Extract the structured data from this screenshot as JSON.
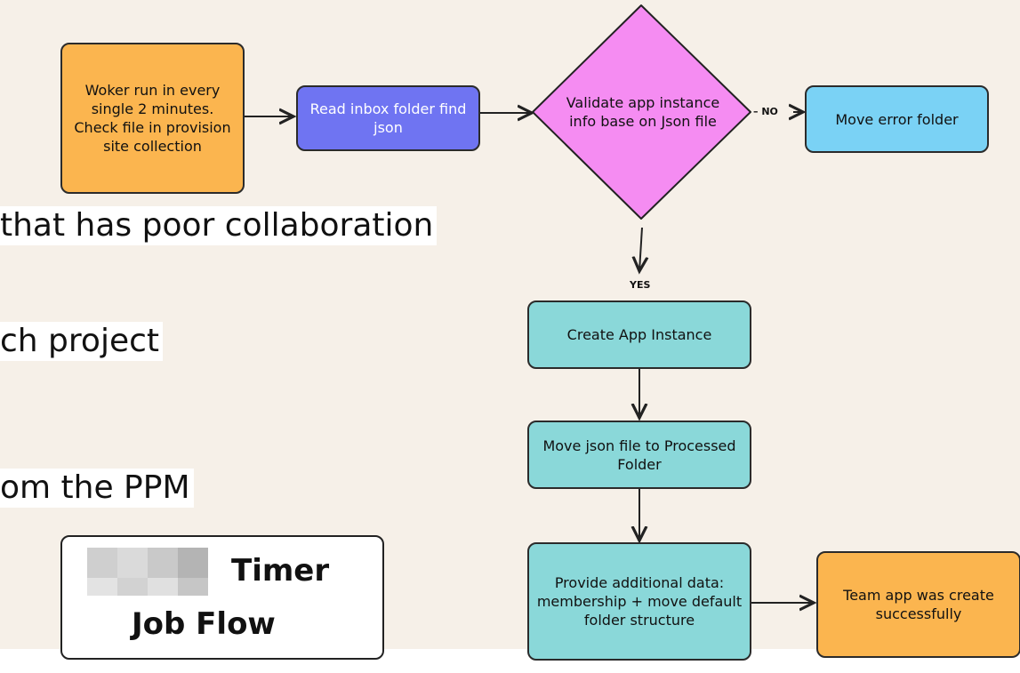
{
  "slide_text": {
    "line1": "that has poor collaboration",
    "line2": "ch project",
    "line3": "om the PPM"
  },
  "nodes": {
    "worker": "Woker run in every single 2 minutes. Check file in provision site collection",
    "read_inbox": "Read inbox folder find json",
    "validate": "Validate app instance info base on Json file",
    "move_error": "Move error folder",
    "create_app": "Create App Instance",
    "move_json": "Move json file to Processed Folder",
    "provide_data": "Provide additional data: membership + move default folder structure",
    "team_app": "Team app was create successfully"
  },
  "edge_labels": {
    "no": "– NO",
    "yes": "YES"
  },
  "legend": {
    "line1": "Timer",
    "line2": "Job Flow"
  },
  "colors": {
    "background": "#f6f0e8",
    "orange": "#fbb54f",
    "blue": "#6f74f2",
    "pink": "#f58cf2",
    "sky": "#7ad2f5",
    "teal": "#8ad8d9"
  }
}
